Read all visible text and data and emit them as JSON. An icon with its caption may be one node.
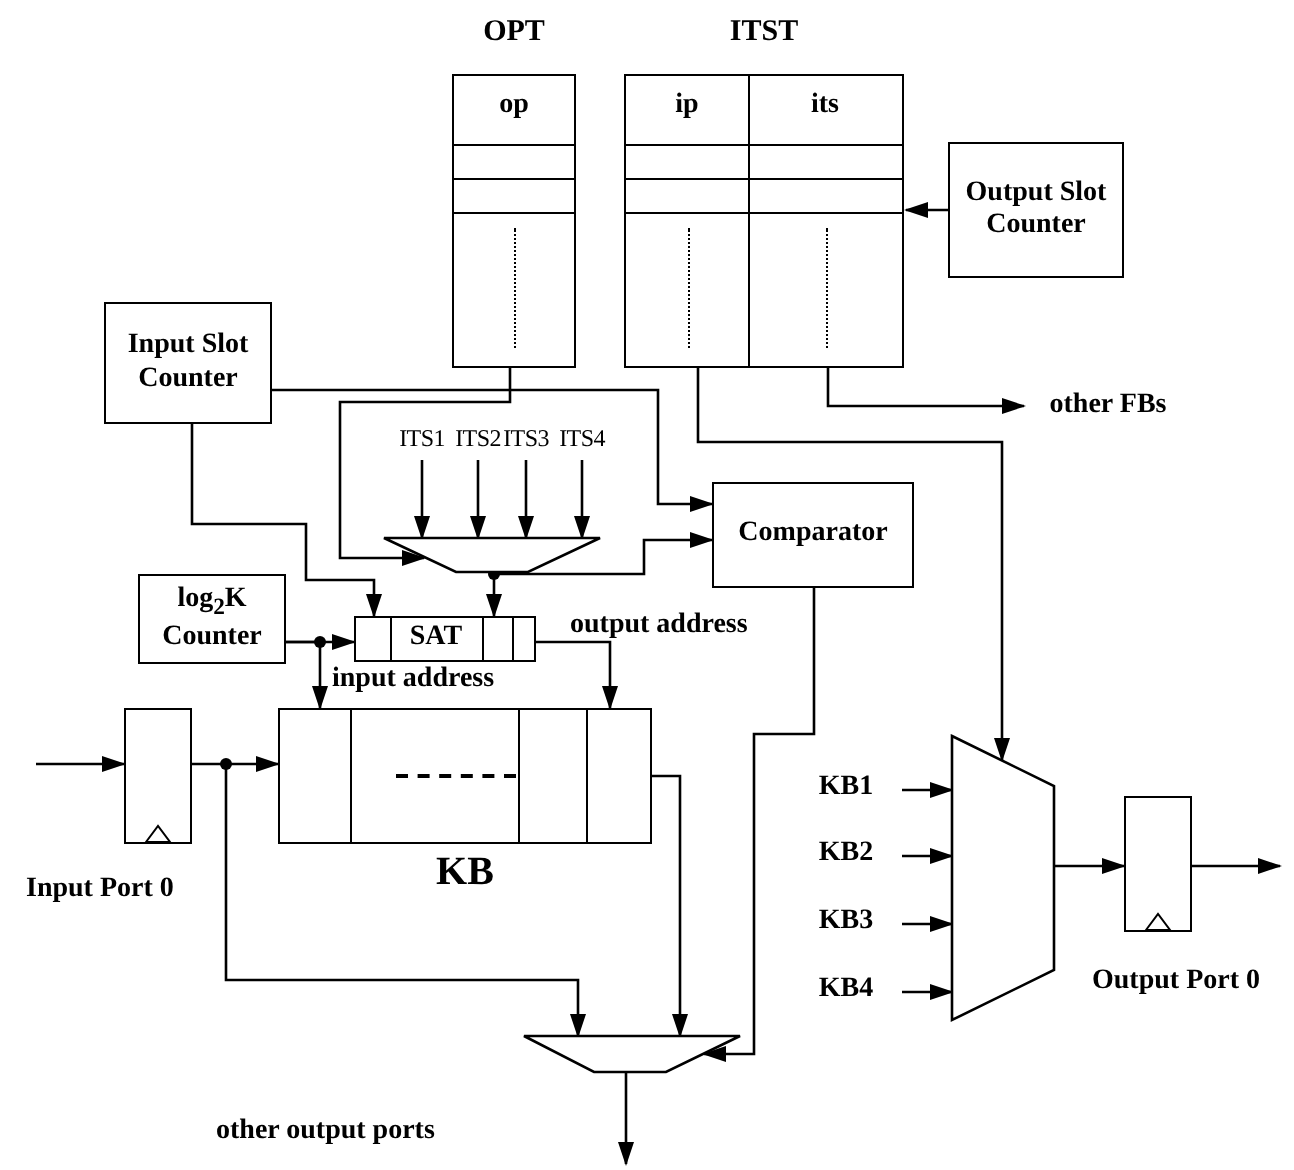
{
  "diagram": {
    "nodes": [
      {
        "text": [
          "OPT",
          "op"
        ]
      },
      {
        "text": [
          "ITST",
          "ip",
          "its"
        ]
      },
      {
        "text": [
          "Output Slot Counter"
        ]
      },
      {
        "text": [
          "Input Slot Counter"
        ]
      },
      {
        "text": [
          "other FBs"
        ]
      },
      {
        "text": [
          "ITS1"
        ]
      },
      {
        "text": [
          "ITS2"
        ]
      },
      {
        "text": [
          "ITS3"
        ]
      },
      {
        "text": [
          "ITS4"
        ]
      },
      {
        "text": [
          "Comparator"
        ]
      },
      {
        "text": [],
        "shape": "trapezoid"
      },
      {
        "text": [
          "log$_{2}$K Counter"
        ]
      },
      {
        "text": [
          "SAT"
        ]
      },
      {
        "text": [],
        "shape": "box",
        "beside": [
          "Input Port 0"
        ]
      },
      {
        "text": [
          "KB"
        ]
      },
      {
        "text": [],
        "shape": "trapezoid"
      },
      {
        "text": [
          "KB1"
        ]
      },
      {
        "text": [
          "KB2"
        ]
      },
      {
        "text": [
          "KB3"
        ]
      },
      {
        "text": [
          "KB4"
        ]
      },
      {
        "text": [],
        "shape": "box",
        "beside": [
          "Output Port 0"
        ]
      },
      {
        "text": [],
        "shape": "trapezoid"
      }
    ],
    "edges": [
      {
        "from": 2,
        "to": 1,
        "arrow": "to"
      },
      {
        "from": 1,
        "to": 4,
        "arrow": "to"
      },
      {
        "from": 1,
        "to": 15,
        "arrow": "to"
      },
      {
        "from": 0,
        "to": 10,
        "arrow": "to"
      },
      {
        "from": 3,
        "to": 9,
        "arrow": "to"
      },
      {
        "from": 3,
        "to": 12,
        "arrow": "to"
      },
      {
        "from": 5,
        "to": 10,
        "arrow": "to"
      },
      {
        "from": 6,
        "to": 10,
        "arrow": "to"
      },
      {
        "from": 7,
        "to": 10,
        "arrow": "to"
      },
      {
        "from": 8,
        "to": 10,
        "arrow": "to"
      },
      {
        "from": 10,
        "to": 12,
        "arrow": "to"
      },
      {
        "from": 10,
        "to": 9,
        "arrow": "to"
      },
      {
        "from": 11,
        "to": 12,
        "arrow": "to"
      },
      {
        "from": 11,
        "to": 14,
        "arrow": "to"
      },
      {
        "from": 12,
        "to": 14,
        "arrow": "to"
      },
      {
        "from": null,
        "to": 13,
        "arrow": "to"
      },
      {
        "from": 13,
        "to": 14,
        "arrow": "to"
      },
      {
        "from": 13,
        "to": 21,
        "arrow": "to"
      },
      {
        "from": 14,
        "to": 21,
        "arrow": "to"
      },
      {
        "from": 9,
        "to": 21,
        "arrow": "to"
      },
      {
        "from": 21,
        "to": null,
        "arrow": "to"
      },
      {
        "from": 16,
        "to": 15,
        "arrow": "to"
      },
      {
        "from": 17,
        "to": 15,
        "arrow": "to"
      },
      {
        "from": 18,
        "to": 15,
        "arrow": "to"
      },
      {
        "from": 19,
        "to": 15,
        "arrow": "to"
      },
      {
        "from": 15,
        "to": 20,
        "arrow": "to"
      },
      {
        "from": 20,
        "to": null,
        "arrow": "to"
      }
    ],
    "labels": [
      "input address",
      "output address",
      "other output ports"
    ]
  }
}
